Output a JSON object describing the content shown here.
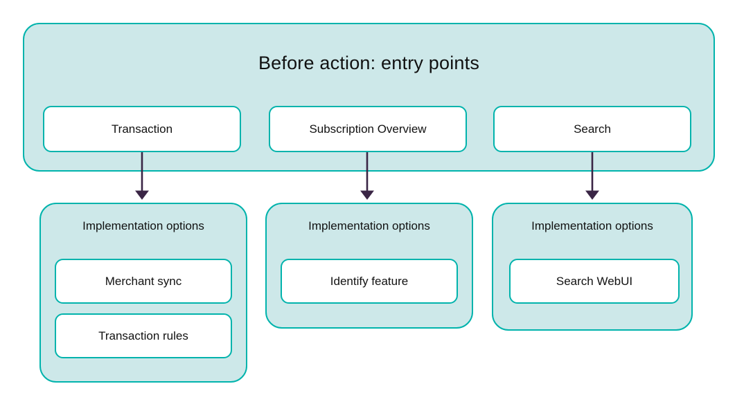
{
  "diagram": {
    "type": "flow-diagram",
    "background_color": "#ffffff",
    "palette": {
      "group_fill": "#cde8e9",
      "group_border": "#00b3ac",
      "node_fill": "#ffffff",
      "node_border": "#00b3ac",
      "text": "#111111",
      "arrow": "#3a2545"
    },
    "entry_group": {
      "title": "Before action: entry points",
      "nodes": [
        {
          "label": "Transaction"
        },
        {
          "label": "Subscription Overview"
        },
        {
          "label": "Search"
        }
      ]
    },
    "implementation_groups": [
      {
        "title": "Implementation options",
        "source": "Transaction",
        "options": [
          {
            "label": "Merchant sync"
          },
          {
            "label": "Transaction rules"
          }
        ]
      },
      {
        "title": "Implementation options",
        "source": "Subscription Overview",
        "options": [
          {
            "label": "Identify feature"
          }
        ]
      },
      {
        "title": "Implementation options",
        "source": "Search",
        "options": [
          {
            "label": "Search WebUI"
          }
        ]
      }
    ],
    "connectors": [
      {
        "from": "Transaction",
        "to": "Implementation options (Transaction)",
        "style": "solid-arrow-down"
      },
      {
        "from": "Subscription Overview",
        "to": "Implementation options (Subscription Overview)",
        "style": "solid-arrow-down"
      },
      {
        "from": "Search",
        "to": "Implementation options (Search)",
        "style": "solid-arrow-down"
      }
    ]
  }
}
